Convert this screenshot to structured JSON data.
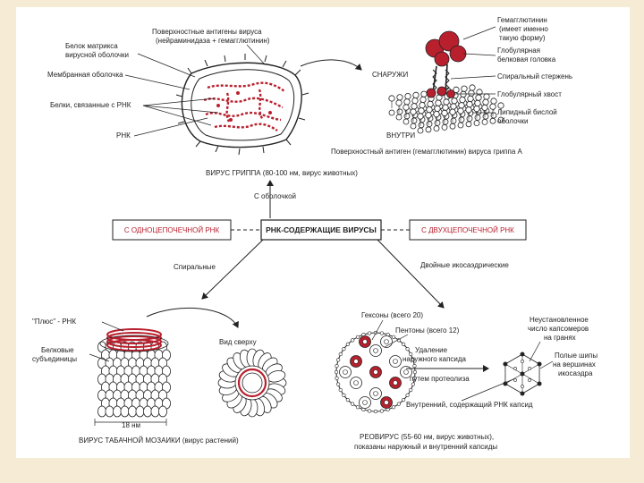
{
  "labels": {
    "surface_antigens": "Поверхностные антигены вируса",
    "surface_antigens_2": "(нейраминидаза + гемагглютинин)",
    "matrix_protein": "Белок матрикса",
    "matrix_protein_2": "вирусной оболочки",
    "membrane": "Мембранная оболочка",
    "rna_proteins": "Белки, связанные с РНК",
    "rna": "РНК",
    "outside": "СНАРУЖИ",
    "inside": "ВНУТРИ",
    "hemagglutinin_1": "Гемагглютинин",
    "hemagglutinin_2": "(имеет именно",
    "hemagglutinin_3": "такую форму)",
    "globular_head_1": "Глобулярная",
    "globular_head_2": "белковая головка",
    "spiral_rod": "Спиральный стержень",
    "globular_tail": "Глобулярный хвост",
    "lipid_bilayer_1": "Липидный бислой",
    "lipid_bilayer_2": "оболочки",
    "caption_top": "Поверхностный антиген (гемагглютинин) вируса гриппа А",
    "flu_virus": "ВИРУС ГРИППА (80-100 нм, вирус животных)",
    "with_envelope": "С оболочкой",
    "single_strand": "С ОДНОЦЕПОЧЕЧНОЙ РНК",
    "rna_viruses": "РНК-СОДЕРЖАЩИЕ ВИРУСЫ",
    "double_strand": "С ДВУХЦЕПОЧЕЧНОЙ РНК",
    "spiral": "Спиральные",
    "double_icosa": "Двойные икосаэдрические",
    "plus_rna": "\"Плюс\" - РНК",
    "protein_subunits_1": "Белковые",
    "protein_subunits_2": "субъединицы",
    "top_view": "Вид сверху",
    "size_18": "18 нм",
    "tmv": "ВИРУС ТАБАЧНОЙ МОЗАИКИ  (вирус растений)",
    "hexons": "Гексоны  (всего 20)",
    "pentons": "Пентоны  (всего 12)",
    "removal_1": "Удаление",
    "removal_2": "наружного капсида",
    "proteolysis": "путем протеолиза",
    "capsomers_1": "Неустановленное",
    "capsomers_2": "число капсомеров",
    "capsomers_3": "на гранях",
    "spikes_1": "Полые шипы",
    "spikes_2": "на вершинах",
    "spikes_3": "икосаэдра",
    "inner_capsid": "Внутренний, содержащий РНК капсид",
    "reovirus_1": "РЕОВИРУС (55-60 нм, вирус животных),",
    "reovirus_2": "показаны наружный и внутренний капсиды"
  },
  "colors": {
    "accent_red": "#b8202e",
    "background": "#f6ecd5",
    "panel": "#ffffff",
    "ink": "#222222"
  }
}
